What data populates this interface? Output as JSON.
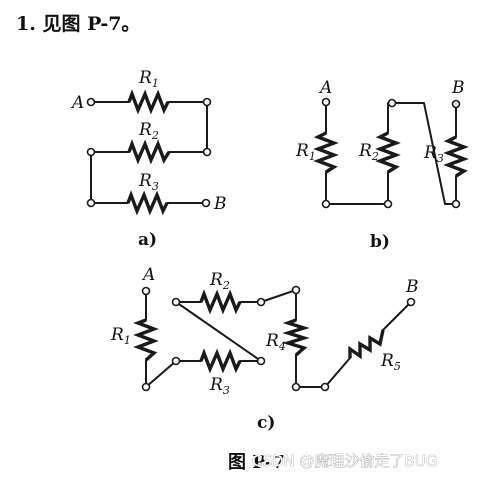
{
  "problem_title": "1. 见图 P-7。",
  "figure_caption": "图 P-7",
  "watermark": "CSDN @魔理沙偷走了BUG",
  "subfigures": {
    "a": {
      "caption": "a)",
      "terminals": [
        "A",
        "B"
      ],
      "resistors": [
        {
          "letter": "R",
          "index": "1"
        },
        {
          "letter": "R",
          "index": "2"
        },
        {
          "letter": "R",
          "index": "3"
        }
      ]
    },
    "b": {
      "caption": "b)",
      "terminals": [
        "A",
        "B"
      ],
      "resistors": [
        {
          "letter": "R",
          "index": "1"
        },
        {
          "letter": "R",
          "index": "2"
        },
        {
          "letter": "R",
          "index": "3"
        }
      ]
    },
    "c": {
      "caption": "c)",
      "terminals": [
        "A",
        "B"
      ],
      "resistors": [
        {
          "letter": "R",
          "index": "1"
        },
        {
          "letter": "R",
          "index": "2"
        },
        {
          "letter": "R",
          "index": "3"
        },
        {
          "letter": "R",
          "index": "4"
        },
        {
          "letter": "R",
          "index": "5"
        }
      ]
    }
  }
}
